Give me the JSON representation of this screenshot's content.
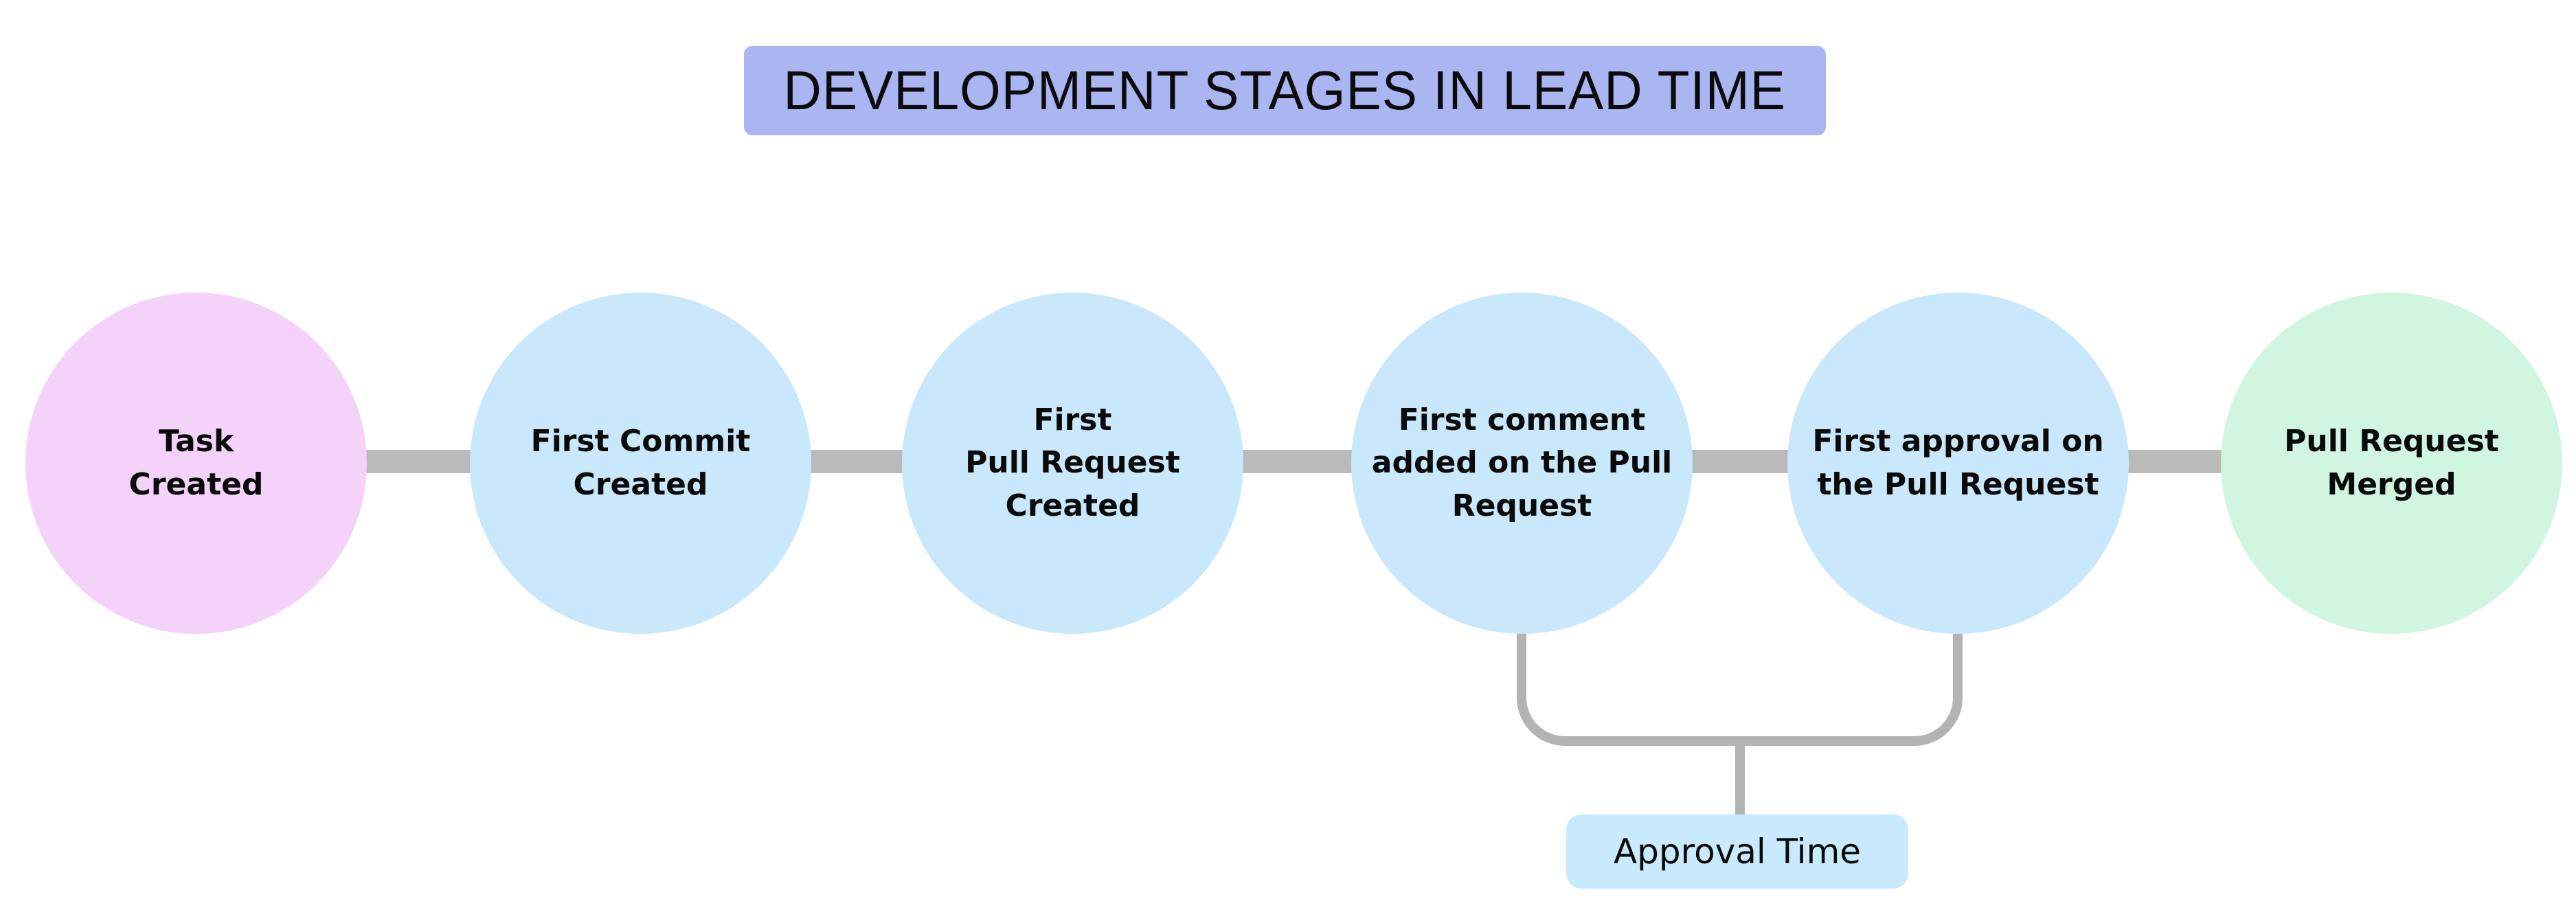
{
  "title": {
    "text": "DEVELOPMENT STAGES IN LEAD TIME",
    "bg_color": "#aab5f2"
  },
  "flow": {
    "connector_color": "#bababa",
    "nodes": [
      {
        "label": "Task\nCreated",
        "color": "#f5d2fa"
      },
      {
        "label": "First Commit\nCreated",
        "color": "#cae8fb"
      },
      {
        "label": "First\nPull Request\nCreated",
        "color": "#cae8fb"
      },
      {
        "label": "First comment\nadded on the Pull\nRequest",
        "color": "#cae8fb"
      },
      {
        "label": "First approval on\nthe Pull Request",
        "color": "#cae8fb"
      },
      {
        "label": "Pull Request\nMerged",
        "color": "#d0f5e0"
      }
    ]
  },
  "annotation": {
    "label": "Approval Time",
    "box_color": "#c9e9fc",
    "bracket_color": "#b3b3b3"
  }
}
